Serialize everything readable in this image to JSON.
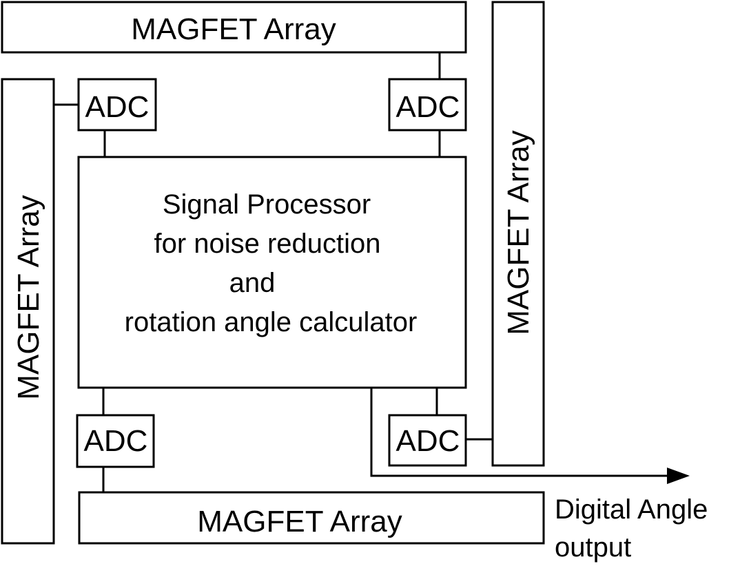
{
  "arrays": {
    "top": "MAGFET Array",
    "left": "MAGFET Array",
    "right": "MAGFET Array",
    "bottom": "MAGFET Array"
  },
  "adcs": {
    "top_left": "ADC",
    "top_right": "ADC",
    "bottom_left": "ADC",
    "bottom_right": "ADC"
  },
  "processor": {
    "line1": "Signal Processor",
    "line2": "for noise reduction",
    "line3": "and",
    "line4": "rotation angle calculator"
  },
  "output": {
    "line1": "Digital Angle",
    "line2": "output"
  }
}
